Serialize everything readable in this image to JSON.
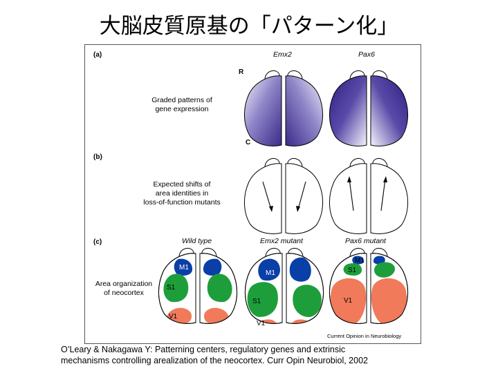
{
  "title": "大脳皮質原基の「パターン化」",
  "figure": {
    "panels": {
      "a": "(a)",
      "b": "(b)",
      "c": "(c)"
    },
    "columns_ab": {
      "emx2": "Emx2",
      "pax6": "Pax6"
    },
    "orientation": {
      "rostral": "R",
      "caudal": "C"
    },
    "descriptions": {
      "a": [
        "Graded patterns of",
        "gene expression"
      ],
      "b": [
        "Expected shifts of",
        "area identities in",
        "loss-of-function mutants"
      ],
      "c": [
        "Area organization",
        "of neocortex"
      ]
    },
    "columns_c": {
      "wild": "Wild type",
      "emx2_mutant": "Emx2 mutant",
      "pax6_mutant": "Pax6 mutant"
    },
    "areas": {
      "m1": "M1",
      "s1": "S1",
      "v1": "V1"
    },
    "credit": "Current Opinion in Neurobiology",
    "colors": {
      "m1": "#0a3fa8",
      "s1": "#1e9e3a",
      "v1": "#f07a5a",
      "gradient": "#4a3a9a"
    }
  },
  "citation": [
    "O’Leary & Nakagawa Y:  Patterning centers, regulatory genes and extrinsic",
    "mechanisms controlling arealization of the neocortex. Curr Opin Neurobiol, 2002"
  ]
}
